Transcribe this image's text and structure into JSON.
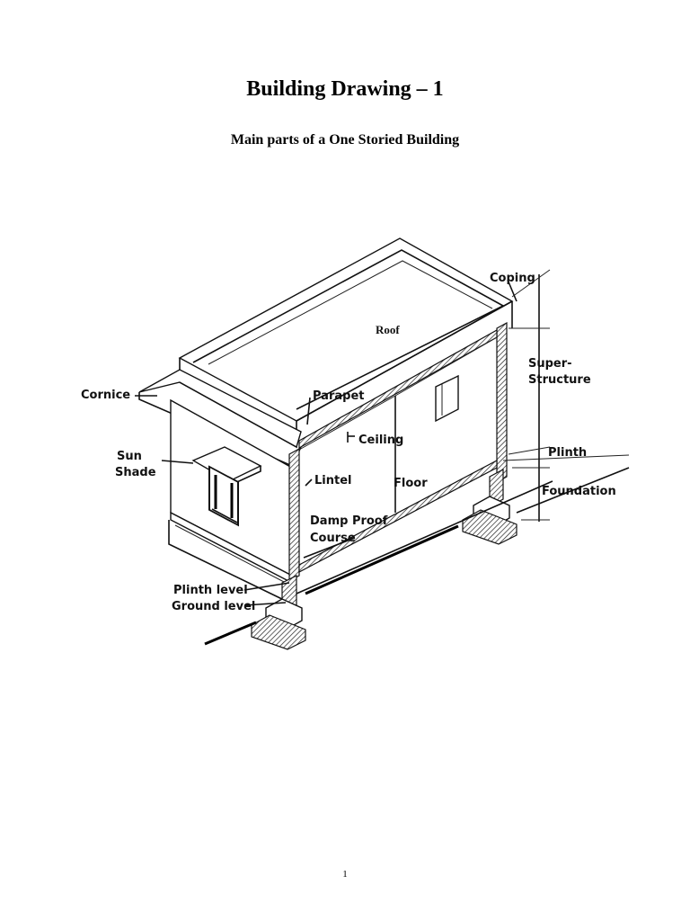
{
  "page": {
    "title": "Building Drawing – 1",
    "subtitle": "Main parts of a One Storied Building",
    "page_number": "1"
  },
  "diagram": {
    "labels": {
      "roof": "Roof",
      "coping": "Coping",
      "super_structure_line1": "Super-",
      "super_structure_line2": "Structure",
      "parapet": "Parapet",
      "cornice": "Cornice",
      "ceiling": "Ceiling",
      "sun_shade_line1": "Sun",
      "sun_shade_line2": "Shade",
      "plinth": "Plinth",
      "lintel": "Lintel",
      "floor": "Floor",
      "foundation": "Foundation",
      "damp_proof_line1": "Damp Proof",
      "damp_proof_line2": "Course",
      "plinth_level": "Plinth level",
      "ground_level": "Ground level"
    }
  }
}
